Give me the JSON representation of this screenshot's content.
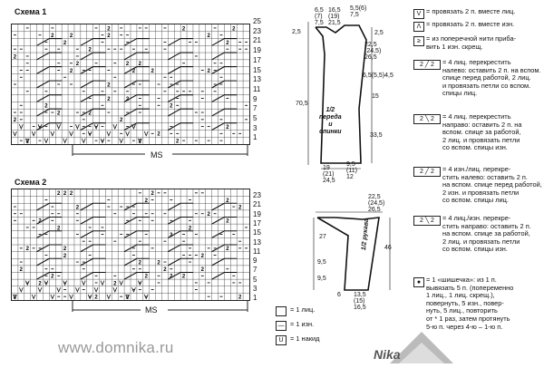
{
  "scheme1": {
    "title": "Схема 1",
    "row_numbers": [
      "25",
      "23",
      "21",
      "19",
      "17",
      "15",
      "13",
      "11",
      "9",
      "7",
      "5",
      "3",
      "1"
    ],
    "ms_label": "MS"
  },
  "scheme2": {
    "title": "Схема 2",
    "row_numbers": [
      "23",
      "21",
      "19",
      "17",
      "15",
      "13",
      "11",
      "9",
      "7",
      "5",
      "3",
      "1"
    ],
    "ms_label": "MS"
  },
  "body_pattern": {
    "label": "1/2\nпереда\nи\nспинки",
    "label_lines": [
      "1/2",
      "переда",
      "и",
      "спинки"
    ],
    "dims": {
      "top_left": "6,5\n(7)\n7,5",
      "top_mid": "16,5\n(19)\n21,5",
      "top_right": "5,5(6)\n7,5",
      "left_a": "2,5",
      "right_a": "2,5",
      "right_b": "22,5\n(24,5)\n26,5",
      "right_c": "6,5(5,5)4,5",
      "right_d": "15",
      "height_total": "70,5",
      "right_e": "33,5",
      "bottom_a": "19\n(21)\n24,5",
      "bottom_b": "9,5\n(11)\n12"
    }
  },
  "sleeve_pattern": {
    "label": "1/2 рукава",
    "dims": {
      "top": "22,5\n(24,5)\n26,5",
      "left_a": "27",
      "right_a": "46",
      "left_b": "9,5",
      "left_c": "9,5",
      "bottom_a": "6",
      "bottom_b": "13,5\n(15)\n16,5"
    }
  },
  "legend": [
    {
      "icon": "v-symbol",
      "text": "= провязать 2 п. вместе лиц."
    },
    {
      "icon": "lambda-symbol",
      "text": "= провязать 2 п. вместе изн."
    },
    {
      "icon": "add-symbol",
      "text": "= из поперечной нити приба-\nвить 1 изн. скрещ."
    },
    {
      "icon": "cross-left-2-2",
      "text": "= 4 лиц. перекрестить\nналево: оставить 2 п. на вспом.\nспице перед работой, 2 лиц.\nи провязать петли со вспом.\nспицы лиц."
    },
    {
      "icon": "cross-right-2-2",
      "text": "= 4 лиц. перекрестить\nнаправо: оставить 2 п. на\nвспом. спице за работой,\n2 лиц. и провязать петли\nсо вспом. спицы изн."
    },
    {
      "icon": "cross-left-ts",
      "text": "= 4 изн./лиц. перекре-\nстить налево: оставить 2 п.\nна вспом. спице перед работой,\n2 изн. и провязать петли\nсо вспом. спицы лиц."
    },
    {
      "icon": "cross-right-ts",
      "text": "= 4 лиц./изн. перекре-\nстить направо: оставить 2 п.\nна вспом. спице за работой,\n2 лиц. и провязать петли\nсо вспом. спицы изн."
    },
    {
      "icon": "bobble-symbol",
      "text": "= 1 «шишечка»: из 1 п.\nвывязать 5 п. (попеременно\n1 лиц., 1 лиц. скрещ.),\nповернуть, 5 изн., повер-\nнуть, 5 лиц., повторить\nот * 1 раз, затем протянуть\n5-ю п. через 4-ю – 1-ю п."
    }
  ],
  "bottom_legend": [
    {
      "icon": "knit-symbol",
      "text": "= 1 лиц."
    },
    {
      "icon": "purl-symbol",
      "text": "= 1 изн."
    },
    {
      "icon": "yarnover-symbol",
      "text": "= 1 накид"
    }
  ],
  "footer": {
    "url": "www.domnika.ru",
    "brand": "Nika"
  }
}
